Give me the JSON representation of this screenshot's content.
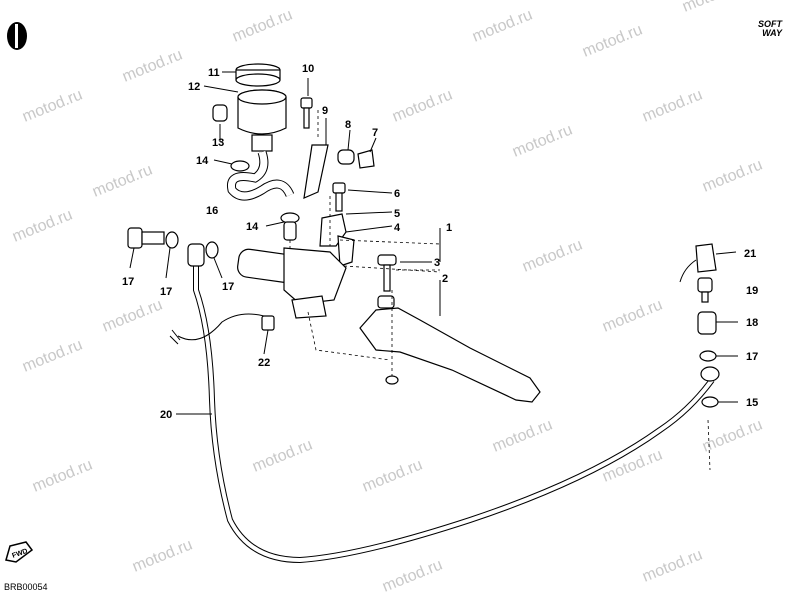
{
  "watermark": "motod.ru",
  "reference_code": "BRB00054",
  "brand_logo": {
    "line1": "SOFT",
    "line2": "WAY"
  },
  "fwd_label": "FWD",
  "callouts": [
    "1",
    "2",
    "3",
    "4",
    "5",
    "6",
    "7",
    "8",
    "9",
    "10",
    "11",
    "12",
    "13",
    "14",
    "14",
    "15",
    "16",
    "17",
    "17",
    "17",
    "17",
    "18",
    "19",
    "20",
    "21",
    "22"
  ]
}
